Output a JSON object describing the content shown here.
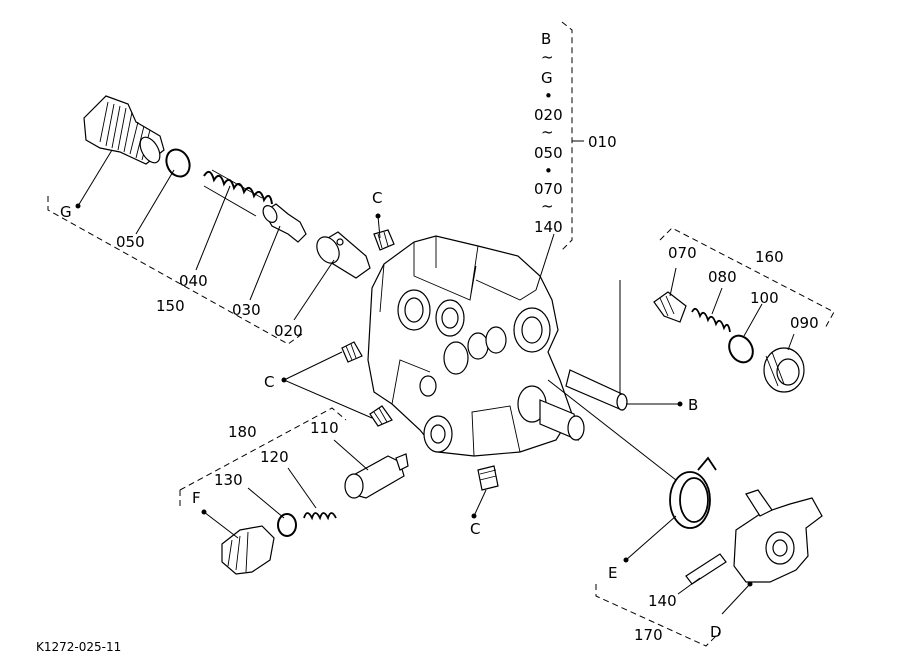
{
  "drawing": {
    "code": "K1272-025-11",
    "range_bracket": {
      "lines": [
        "B",
        "~",
        "G",
        "•",
        "020",
        "~",
        "050",
        "•",
        "070",
        "~",
        "140"
      ],
      "ref": "010"
    },
    "callouts": {
      "p020": "020",
      "p030": "030",
      "p040": "040",
      "p050": "050",
      "p070": "070",
      "p080": "080",
      "p090": "090",
      "p100": "100",
      "p110": "110",
      "p120": "120",
      "p130": "130",
      "p140": "140",
      "g150": "150",
      "g160": "160",
      "g170": "170",
      "g180": "180",
      "refB": "B",
      "refC_top": "C",
      "refC_left": "C",
      "refC_bottom": "C",
      "refD": "D",
      "refE": "E",
      "refF": "F",
      "refG": "G"
    }
  }
}
